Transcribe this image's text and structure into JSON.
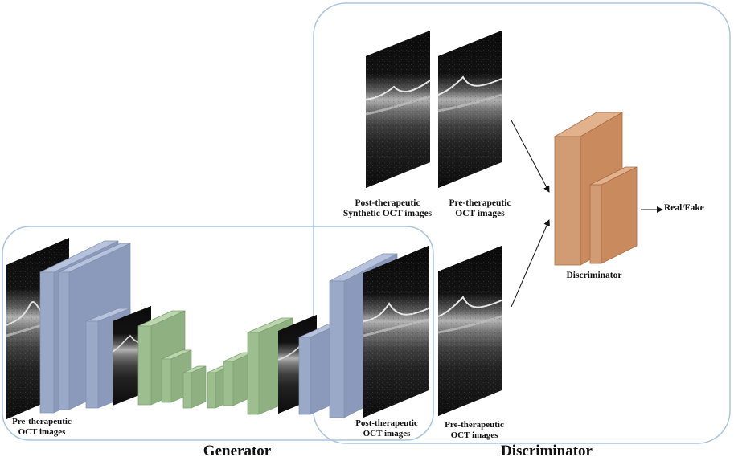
{
  "generator_input": {
    "line1": "Pre-therapeutic",
    "line2": "OCT images"
  },
  "generator_output": {
    "line1": "Post-therapeutic",
    "line2": "OCT images"
  },
  "discriminator_top_left": {
    "line1": "Post-therapeutic",
    "line2": "Synthetic OCT images"
  },
  "discriminator_top_right": {
    "line1": "Pre-therapeutic",
    "line2": "OCT images"
  },
  "discriminator_bottom": {
    "line1": "Pre-therapeutic",
    "line2": "OCT images"
  },
  "discriminator_block_label": "Discriminator",
  "output_label": "Real/Fake",
  "section_titles": {
    "generator": "Generator",
    "discriminator": "Discriminator"
  },
  "colors": {
    "encoder_blue": "#9aa9c8",
    "bottleneck_green": "#9dbf8f",
    "discriminator_orange": "#d19c73",
    "frame_blue": "#a9c4e0"
  }
}
